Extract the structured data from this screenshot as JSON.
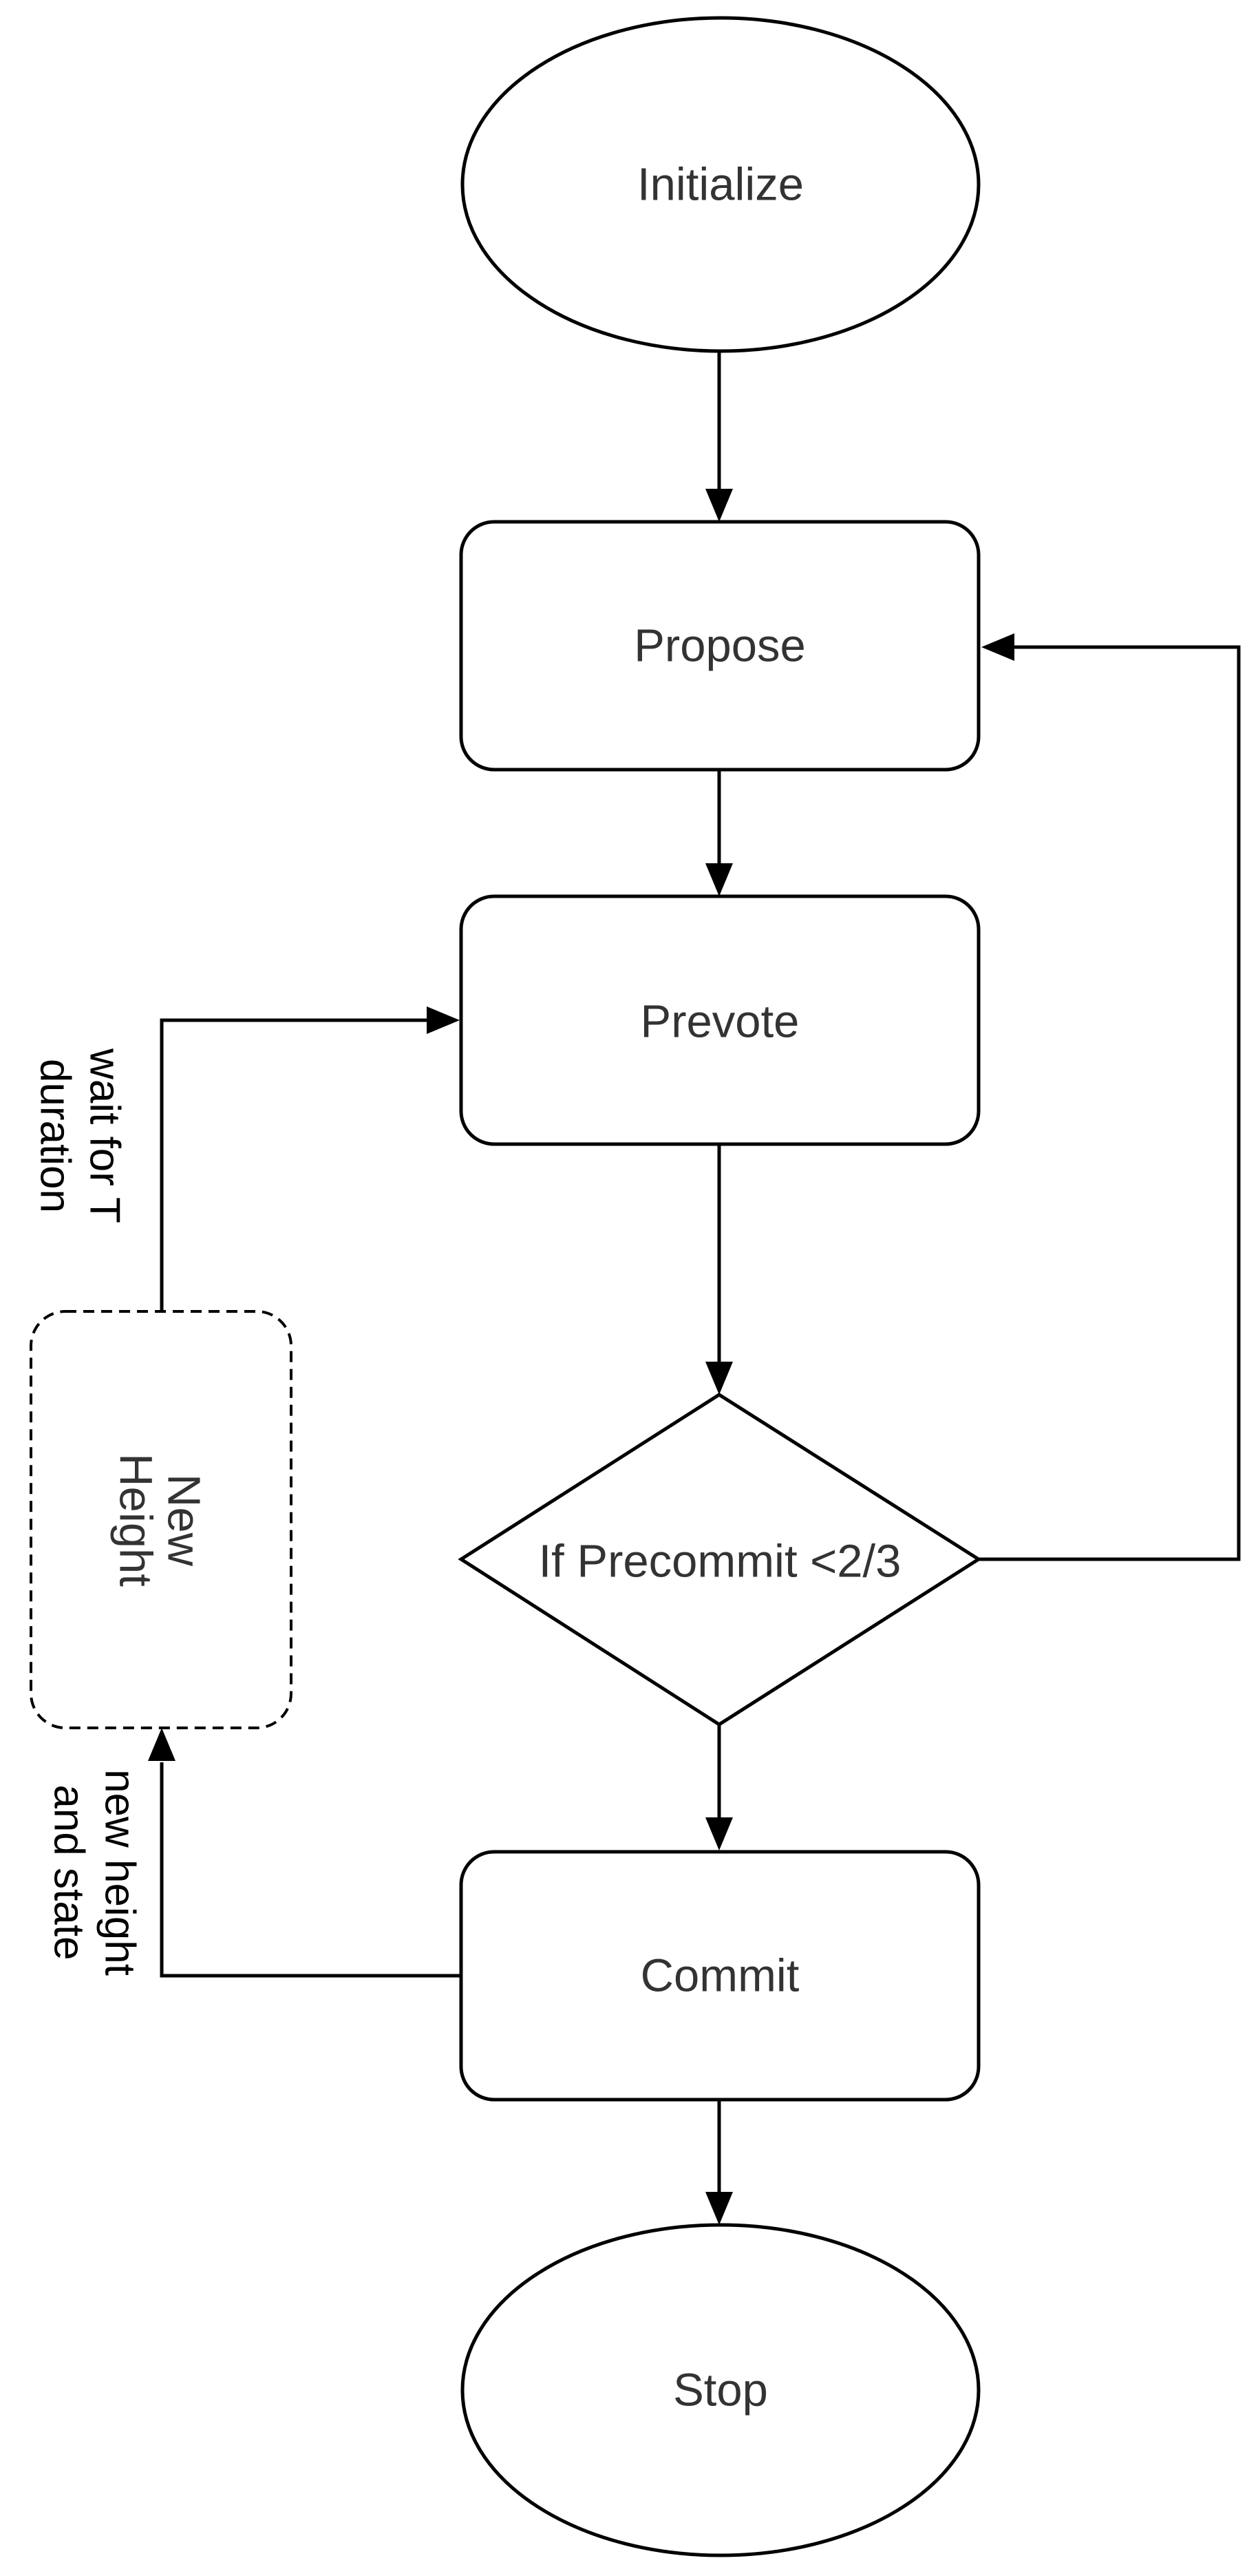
{
  "diagram": {
    "nodes": {
      "initialize": {
        "label": "Initialize",
        "shape": "ellipse"
      },
      "propose": {
        "label": "Propose",
        "shape": "rounded-rect"
      },
      "prevote": {
        "label": "Prevote",
        "shape": "rounded-rect"
      },
      "precommit_check": {
        "label": "If Precommit <2/3",
        "shape": "diamond"
      },
      "commit": {
        "label": "Commit",
        "shape": "rounded-rect"
      },
      "stop": {
        "label": "Stop",
        "shape": "ellipse"
      },
      "new_height": {
        "label_line1": "New",
        "label_line2": "Height",
        "shape": "dashed-rounded-rect"
      }
    },
    "edges": {
      "wait": {
        "label_line1": "wait for T",
        "label_line2": "duration",
        "from": "new_height",
        "to": "prevote"
      },
      "new_height_state": {
        "label_line1": "new height",
        "label_line2": "and state",
        "from": "commit",
        "to": "new_height"
      },
      "initialize_to_propose": {
        "from": "initialize",
        "to": "propose"
      },
      "propose_to_prevote": {
        "from": "propose",
        "to": "prevote"
      },
      "prevote_to_check": {
        "from": "prevote",
        "to": "precommit_check"
      },
      "check_to_propose": {
        "from": "precommit_check",
        "to": "propose"
      },
      "check_to_commit": {
        "from": "precommit_check",
        "to": "commit"
      },
      "commit_to_stop": {
        "from": "commit",
        "to": "stop"
      }
    },
    "colors": {
      "stroke": "#000000",
      "node_text": "#333333",
      "background": "#ffffff"
    }
  }
}
